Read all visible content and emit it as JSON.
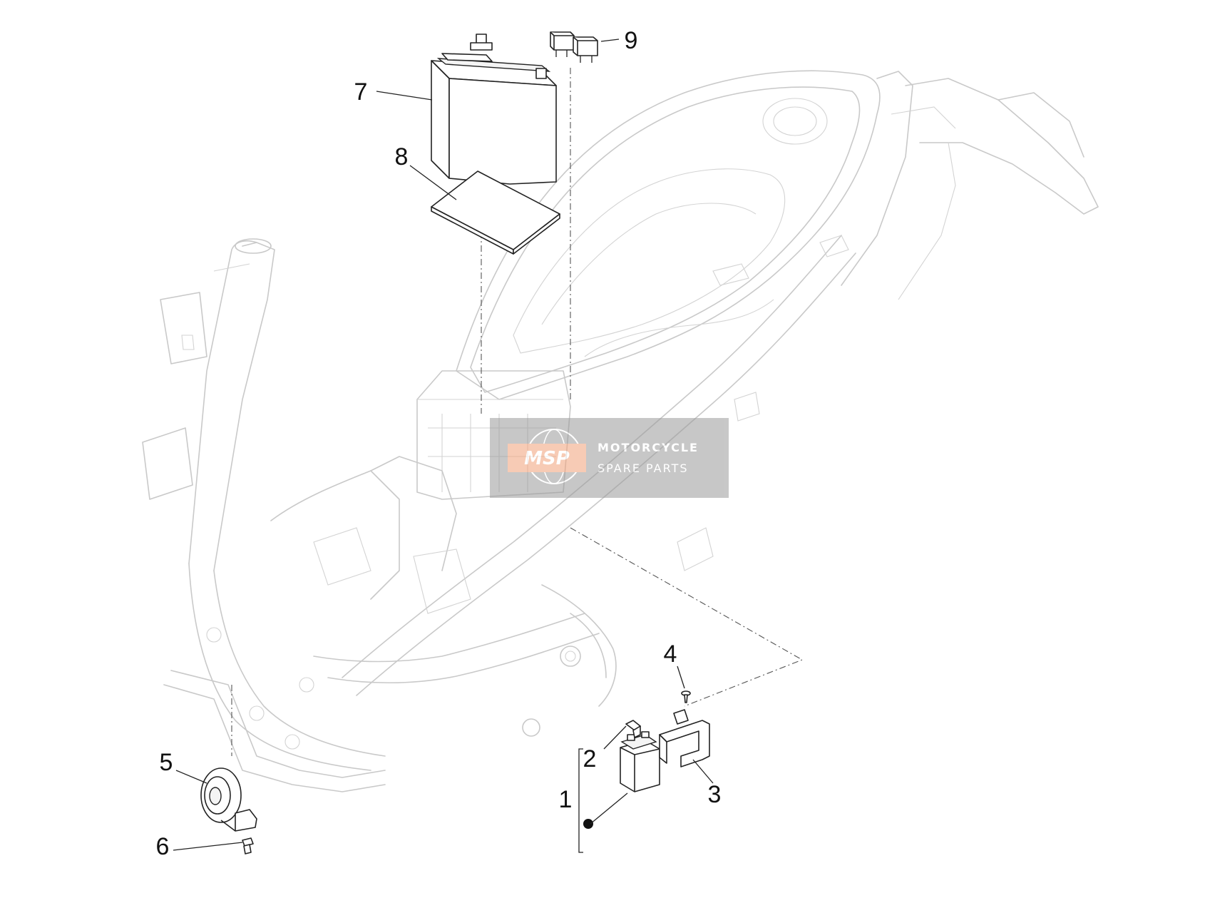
{
  "callouts": [
    {
      "id": "1",
      "label": "1"
    },
    {
      "id": "2",
      "label": "2"
    },
    {
      "id": "3",
      "label": "3"
    },
    {
      "id": "4",
      "label": "4"
    },
    {
      "id": "5",
      "label": "5"
    },
    {
      "id": "6",
      "label": "6"
    },
    {
      "id": "7",
      "label": "7"
    },
    {
      "id": "8",
      "label": "8"
    },
    {
      "id": "9",
      "label": "9"
    }
  ],
  "watermark": {
    "badge": "MSP",
    "line1": "MOTORCYCLE",
    "line2": "SPARE PARTS"
  },
  "colors": {
    "frame_line": "#c9c9c9",
    "part_line": "#222222",
    "watermark_bg": "#9a9a9a",
    "watermark_accent": "#f2a27a"
  }
}
